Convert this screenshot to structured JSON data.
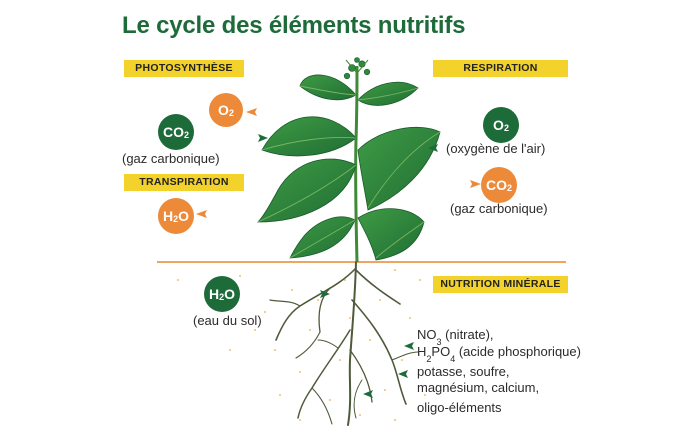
{
  "title": "Le cycle des éléments nutritifs",
  "labels": {
    "photosynthese": "PHOTOSYNTHÈSE",
    "respiration": "RESPIRATION",
    "transpiration": "TRANSPIRATION",
    "nutrition": "NUTRITION MINÉRALE"
  },
  "left": {
    "o2": {
      "main": "O",
      "sub": "2"
    },
    "co2": {
      "main": "CO",
      "sub": "2"
    },
    "co2_caption": "(gaz carbonique)",
    "h2o": {
      "main": "H",
      "sub": "2",
      "end": "O"
    }
  },
  "right": {
    "o2": {
      "main": "O",
      "sub": "2"
    },
    "o2_caption": "(oxygène de l'air)",
    "co2": {
      "main": "CO",
      "sub": "2"
    },
    "co2_caption": "(gaz carbonique)"
  },
  "soil": {
    "h2o": {
      "main": "H",
      "sub": "2",
      "end": "O"
    },
    "h2o_caption": "(eau du sol)"
  },
  "nutrients": {
    "no3": {
      "main": "NO",
      "sub": "3",
      "rest": " (nitrate),"
    },
    "h2po4": {
      "a": "H",
      "sub1": "2",
      "b": "PO",
      "sub2": "4",
      "rest": " (acide phosphorique)"
    },
    "line3": "potasse, soufre,",
    "line4": "magnésium, calcium,",
    "line5": "oligo-éléments"
  },
  "colors": {
    "green_dark": "#1e6b3a",
    "leaf": "#2f8a3d",
    "orange": "#ec8a3a",
    "yellow": "#f2d22b",
    "soil_line": "#e8872e"
  }
}
